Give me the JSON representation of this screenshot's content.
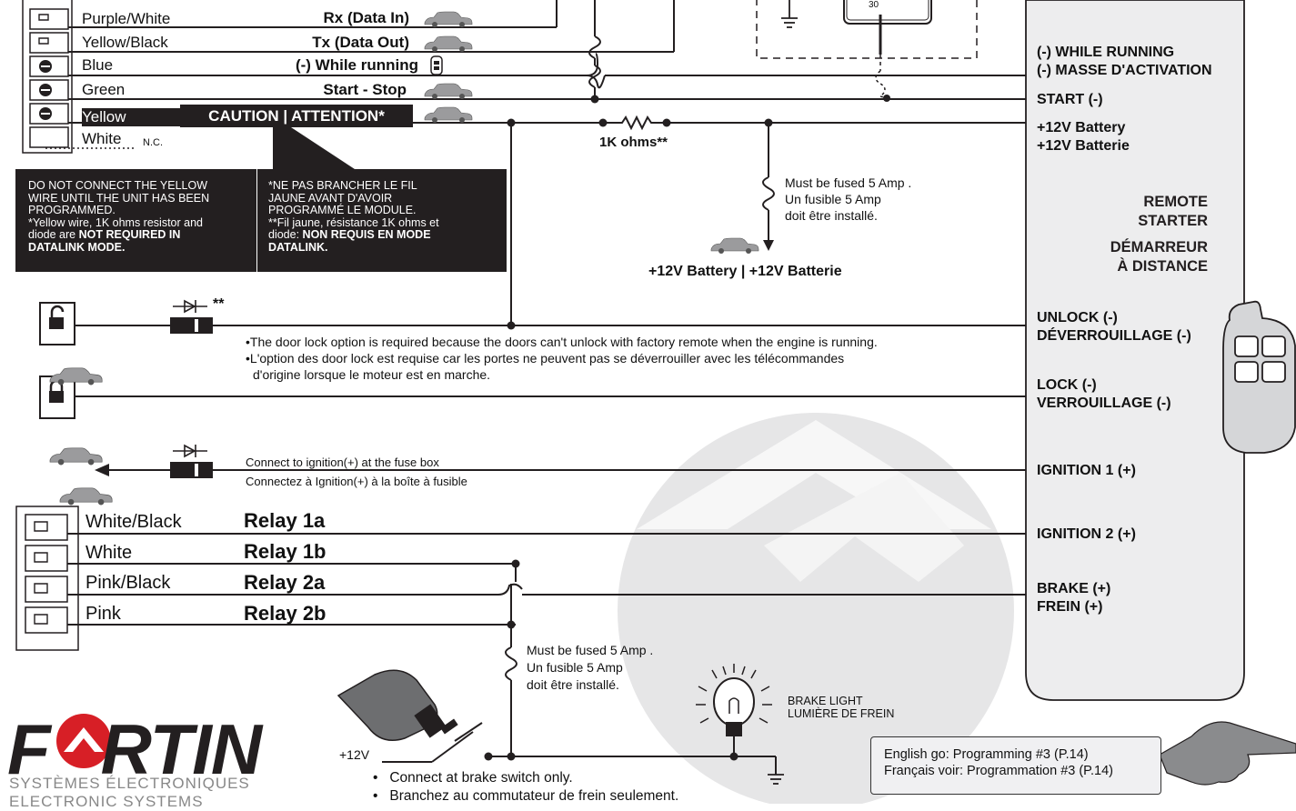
{
  "top_connector": {
    "wires": [
      {
        "color": "Purple/White",
        "function": "Rx (Data In)"
      },
      {
        "color": "Yellow/Black",
        "function": "Tx (Data Out)"
      },
      {
        "color": "Blue",
        "function": "(-) While running"
      },
      {
        "color": "Green",
        "function": "Start - Stop"
      },
      {
        "color": "Yellow",
        "function": "CAUTION | ATTENTION*"
      },
      {
        "color": "White",
        "function": "N.C."
      }
    ]
  },
  "relay_pin": "30",
  "resistor_label": "1K ohms**",
  "fuse_note_1": [
    "Must be fused 5 Amp .",
    "Un fusible 5 Amp",
    "doit être installé."
  ],
  "battery_label": "+12V Battery | +12V Batterie",
  "warning": {
    "en": [
      "DO NOT CONNECT THE YELLOW",
      "WIRE UNTIL THE UNIT HAS BEEN",
      "PROGRAMMED.",
      "*Yellow wire, 1K ohms resistor and",
      "diode are",
      "NOT REQUIRED IN",
      "DATALINK MODE."
    ],
    "fr": [
      "*NE PAS BRANCHER LE FIL",
      "JAUNE AVANT D'AVOIR",
      "PROGRAMMÉ LE MODULE.",
      "**Fil jaune, résistance 1K ohms et",
      "diode:",
      "NON REQUIS EN MODE",
      "DATALINK."
    ]
  },
  "diode_mark": "**",
  "door_lock_note": [
    "•The door lock option is required because the doors can't unlock with factory remote when the engine is running.",
    "•L'option des door lock est requise car les portes ne peuvent pas se déverrouiller avec les télécommandes",
    "d'origine lorsque le moteur est en marche."
  ],
  "ignition_note": [
    "Connect to ignition(+) at the fuse box",
    "Connectez à Ignition(+) à la boîte à fusible"
  ],
  "bottom_connector": {
    "wires": [
      {
        "color": "White/Black",
        "function": "Relay 1a"
      },
      {
        "color": "White",
        "function": "Relay 1b"
      },
      {
        "color": "Pink/Black",
        "function": "Relay 2a"
      },
      {
        "color": "Pink",
        "function": "Relay 2b"
      }
    ]
  },
  "fuse_note_2": [
    "Must be fused 5 Amp .",
    "Un fusible 5 Amp",
    "doit être installé."
  ],
  "brake_light": [
    "BRAKE LIGHT",
    "LUMIÈRE DE FREIN"
  ],
  "plus12": "+12V",
  "brake_switch_note": [
    "Connect at brake switch only.",
    "Branchez au commutateur de frein seulement."
  ],
  "module": {
    "labels": [
      [
        "(-) WHILE RUNNING",
        "(-) MASSE D'ACTIVATION"
      ],
      [
        "START (-)"
      ],
      [
        "+12V Battery",
        "+12V Batterie"
      ],
      [
        "UNLOCK (-)",
        "DÉVERROUILLAGE (-)"
      ],
      [
        "LOCK (-)",
        "VERROUILLAGE (-)"
      ],
      [
        "IGNITION 1 (+)"
      ],
      [
        "IGNITION 2 (+)"
      ],
      [
        "BRAKE (+)",
        "FREIN (+)"
      ]
    ],
    "title": [
      "REMOTE",
      "STARTER",
      "DÉMARREUR",
      "À DISTANCE"
    ]
  },
  "programming": [
    "English go: Programming #3 (P.14)",
    "Français voir: Programmation #3 (P.14)"
  ],
  "logo": {
    "name": "FORTIN",
    "sub1": "SYSTÈMES ÉLECTRONIQUES",
    "sub2": "ELECTRONIC SYSTEMS"
  },
  "colors": {
    "dark": "#231f20",
    "module_fill": "#ededee",
    "watermark": "#e4e4e4"
  }
}
